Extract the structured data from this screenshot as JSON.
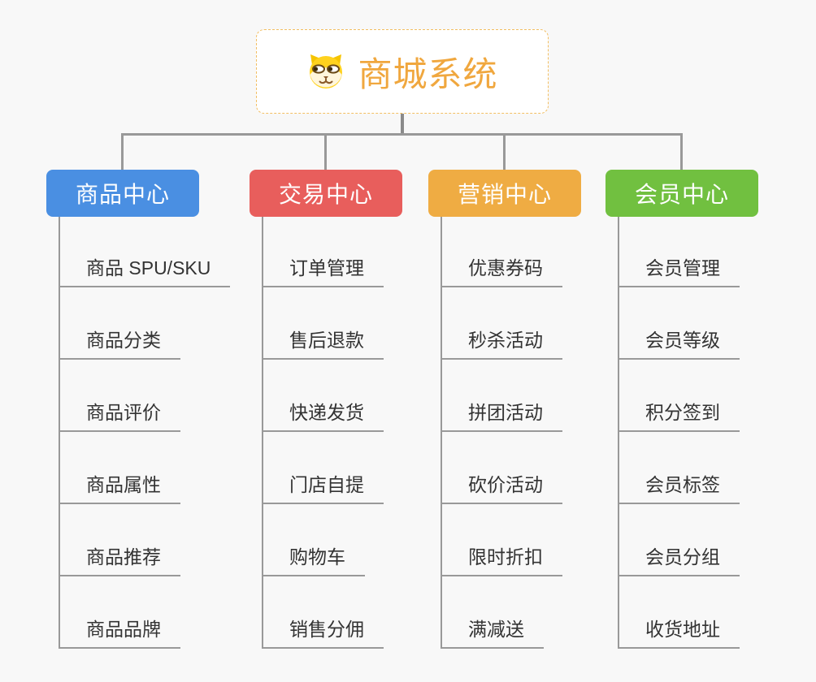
{
  "root": {
    "title": "商城系统",
    "icon": "dog-icon"
  },
  "colors": {
    "background": "#f8f8f8",
    "connector": "#999999",
    "root_border": "#f2be62",
    "root_text": "#f0a73e",
    "leaf_text": "#333333",
    "branch_product": "#4a8fe2",
    "branch_trade": "#e85e5c",
    "branch_marketing": "#efac43",
    "branch_member": "#71c040"
  },
  "branches": [
    {
      "label": "商品中心",
      "color": "#4a8fe2",
      "items": [
        "商品 SPU/SKU",
        "商品分类",
        "商品评价",
        "商品属性",
        "商品推荐",
        "商品品牌"
      ]
    },
    {
      "label": "交易中心",
      "color": "#e85e5c",
      "items": [
        "订单管理",
        "售后退款",
        "快递发货",
        "门店自提",
        "购物车",
        "销售分佣"
      ]
    },
    {
      "label": "营销中心",
      "color": "#efac43",
      "items": [
        "优惠券码",
        "秒杀活动",
        "拼团活动",
        "砍价活动",
        "限时折扣",
        "满减送"
      ]
    },
    {
      "label": "会员中心",
      "color": "#71c040",
      "items": [
        "会员管理",
        "会员等级",
        "积分签到",
        "会员标签",
        "会员分组",
        "收货地址"
      ]
    }
  ]
}
